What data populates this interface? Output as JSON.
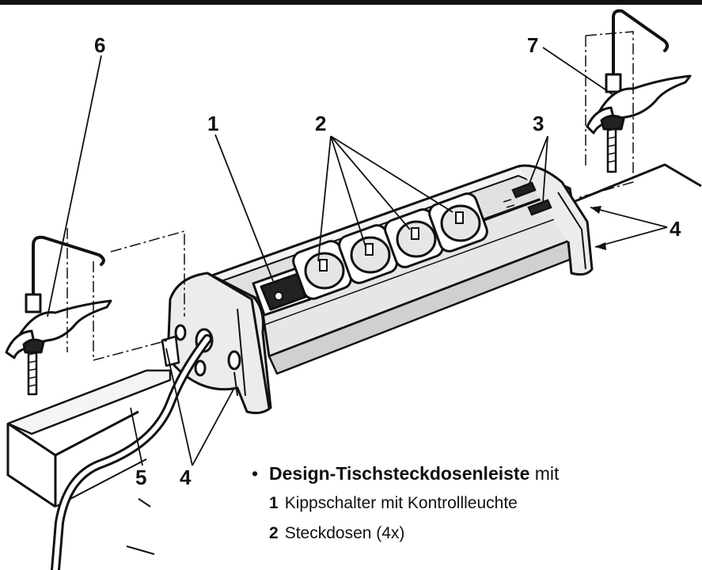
{
  "callouts": {
    "c1": "1",
    "c2": "2",
    "c3": "3",
    "c4_right": "4",
    "c4_bottom": "4",
    "c5": "5",
    "c6": "6",
    "c7": "7"
  },
  "legend": {
    "bullet": "•",
    "title_bold": "Design-Tischsteckdosenleiste",
    "title_rest": " mit",
    "items": [
      {
        "number": "1",
        "text": "Kippschalter mit Kontrollleuchte"
      },
      {
        "number": "2",
        "text": "Steckdosen (4x)"
      }
    ]
  },
  "colors": {
    "ink": "#111111",
    "body": "#e6e6e6",
    "panel": "#d6d6d6",
    "light": "#f4f4f4",
    "dark": "#222222"
  }
}
